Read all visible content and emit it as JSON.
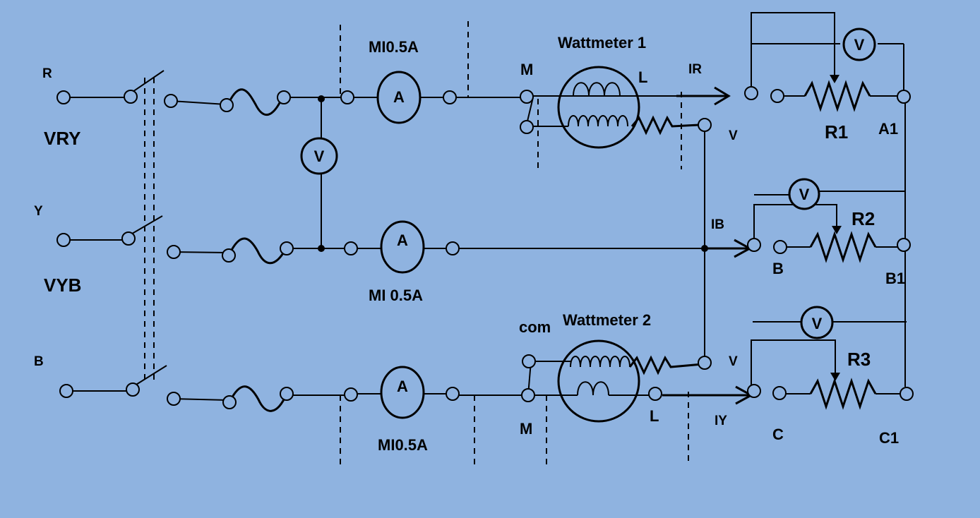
{
  "labels": {
    "r": "R",
    "y": "Y",
    "b": "B",
    "vry": "VRY",
    "vyb": "VYB",
    "mi_top": "MI0.5A",
    "mi_mid": "MI 0.5A",
    "mi_bot": "MI0.5A",
    "wattmeter1": "Wattmeter 1",
    "wattmeter2": "Wattmeter 2",
    "m_top": "M",
    "l_top": "L",
    "v_top": "V",
    "com": "com",
    "m_bot": "M",
    "l_bot": "L",
    "v_bot": "V",
    "ir": "IR",
    "ib": "IB",
    "iy": "IY",
    "r1": "R1",
    "a1": "A1",
    "r2": "R2",
    "b_load": "B",
    "b1": "B1",
    "r3": "R3",
    "c_load": "C",
    "c1": "C1"
  },
  "meters": {
    "voltmeter": "V",
    "ammeter": "A"
  },
  "colors": {
    "background": "#8fb3e0",
    "ink": "#000000"
  }
}
